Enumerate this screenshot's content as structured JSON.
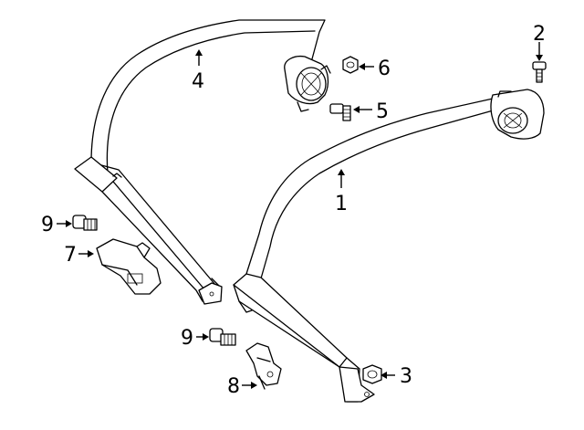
{
  "diagram": {
    "callouts": [
      {
        "id": "c1",
        "label": "1"
      },
      {
        "id": "c2",
        "label": "2"
      },
      {
        "id": "c3",
        "label": "3"
      },
      {
        "id": "c4",
        "label": "4"
      },
      {
        "id": "c5",
        "label": "5"
      },
      {
        "id": "c6",
        "label": "6"
      },
      {
        "id": "c7",
        "label": "7"
      },
      {
        "id": "c8",
        "label": "8"
      },
      {
        "id": "c9a",
        "label": "9"
      },
      {
        "id": "c9b",
        "label": "9"
      }
    ]
  }
}
